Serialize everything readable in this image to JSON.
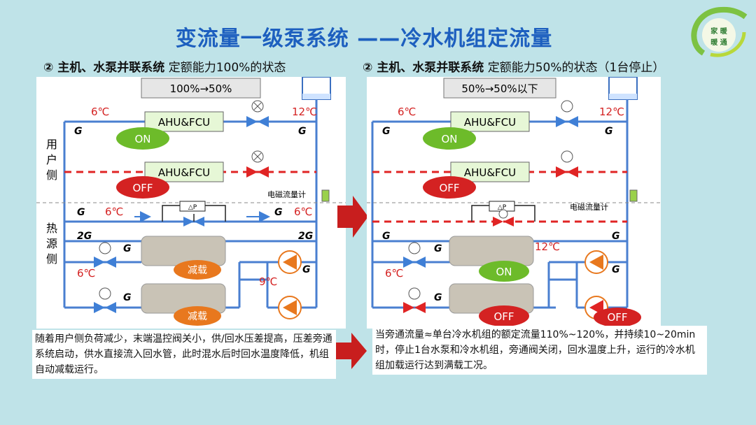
{
  "title": "变流量一级泵系统 ——冷水机组定流量",
  "left": {
    "subtitle_bold": "② 主机、水泵并联系统",
    "subtitle_rest": " 定额能力100%的状态",
    "badge": "100%→50%",
    "temp_supply": "6℃",
    "temp_return": "12℃",
    "temp_bypass_left": "6℃",
    "temp_bypass_right": "6℃",
    "temp_chiller_out": "6℃",
    "temp_pump": "9℃",
    "ahu1": "AHU&FCU",
    "ahu2": "AHU&FCU",
    "state1": "ON",
    "state2": "OFF",
    "load1": "减载",
    "load2": "减载",
    "meter": "电磁流量计",
    "dp": "△P",
    "user_side": [
      "用",
      "户",
      "侧"
    ],
    "source_side": [
      "热",
      "源",
      "侧"
    ],
    "g": "G",
    "g2": "2G",
    "description": "随着用户侧负荷减少，末端温控阀关小，供/回水压差提高，压差旁通系统启动，供水直接流入回水管，此时混水后时回水温度降低，机组自动减载运行。"
  },
  "right": {
    "subtitle_bold": "② 主机、水泵并联系统",
    "subtitle_rest": " 定额能力50%的状态（1台停止）",
    "badge": "50%→50%以下",
    "temp_supply": "6℃",
    "temp_return": "12℃",
    "temp_chiller_out": "6℃",
    "temp_pump": "12℃",
    "ahu1": "AHU&FCU",
    "ahu2": "AHU&FCU",
    "state1": "ON",
    "state2": "OFF",
    "chiller1": "ON",
    "chiller2": "OFF",
    "pump2": "OFF",
    "meter": "电磁流量计",
    "dp": "△P",
    "g": "G",
    "description": "当旁通流量≈单台冷水机组的额定流量110%~120%，并持续10~20min时，停止1台水泵和冷水机组，旁通阀关闭，回水温度上升，运行的冷水机组加载运行达到满载工况。"
  },
  "logo_text": [
    "家",
    "暖",
    "",
    "暖",
    "通"
  ],
  "colors": {
    "pipe": "#4a7fd0",
    "red": "#e02424",
    "on": "#6dbb2a",
    "off": "#d42222",
    "orange": "#e8781e",
    "title": "#1d5fbf"
  }
}
